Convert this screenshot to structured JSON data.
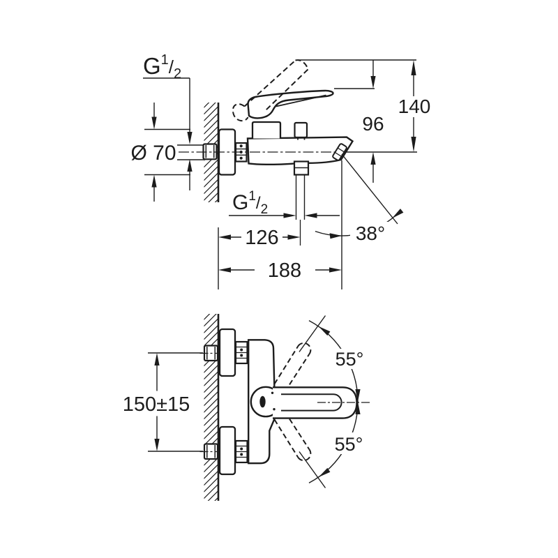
{
  "colors": {
    "line": "#1c1c1c",
    "background": "#ffffff"
  },
  "views": {
    "side": {
      "wall_thread_label": {
        "g": "G",
        "numerator": "1",
        "slash": "/",
        "denominator": "2"
      },
      "shower_thread_label": {
        "g": "G",
        "numerator": "1",
        "slash": "/",
        "denominator": "2"
      },
      "flange_diameter": "Ø 70",
      "spout_height": "96",
      "lever_height": "140",
      "shower_outlet_offset": "126",
      "spout_projection": "188",
      "spout_angle": "38°"
    },
    "front": {
      "connection_spacing": "150±15",
      "lever_swing_up": "55°",
      "lever_swing_down": "55°"
    }
  }
}
